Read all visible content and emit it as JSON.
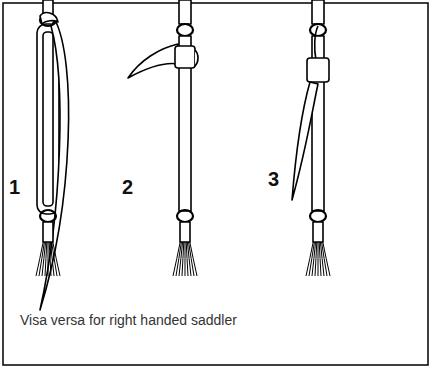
{
  "diagram": {
    "labels": [
      "1",
      "2",
      "3",
      "Visa versa for right handed saddler"
    ]
  }
}
